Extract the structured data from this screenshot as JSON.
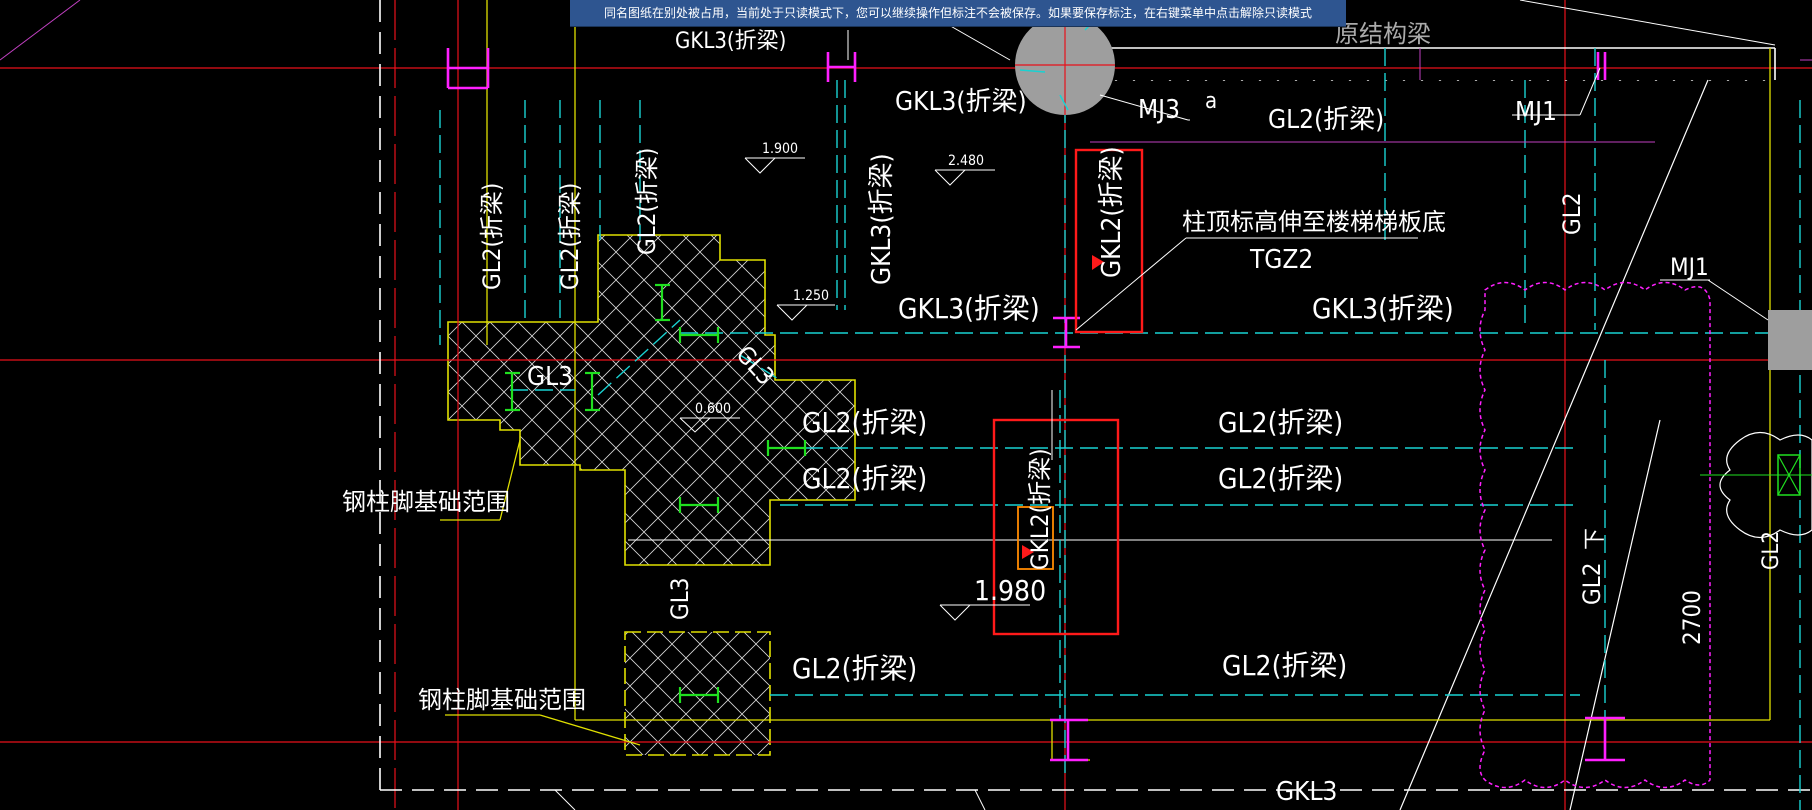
{
  "notice": {
    "text": "同名图纸在别处被占用，当前处于只读模式下，您可以继续操作但标注不会被保存。如果要保存标注，在右键菜单中点击解除只读模式"
  },
  "colors": {
    "background": "#000000",
    "axis_red": "#e8101a",
    "beam_cyan": "#19d2d2",
    "outline_yellow": "#e0e000",
    "column_magenta": "#ff20ff",
    "green": "#20e020",
    "white": "#ffffff",
    "highlight_red": "#ff1a1a",
    "notice_blue": "#2e5590"
  },
  "labels": {
    "gkl3_top": "GKL3(折梁)",
    "gkl3_a": "GKL3(折梁)",
    "gl2_top_right": "GL2(折梁)",
    "mj3": "MJ3",
    "mj1_top": "MJ1",
    "mj1_right": "MJ1",
    "a_mark": "a",
    "struct_beam": "原结构梁",
    "gl2_v1": "GL2(折梁)",
    "gl2_v2": "GL2(折梁)",
    "gl2_v3": "GL2(折梁)",
    "gkl3_v": "GKL3(折梁)",
    "gkl2_v_top": "GKL2(折梁)",
    "gl2_v_right": "GL2",
    "note_column": "柱顶标高伸至楼梯梯板底",
    "tgz2": "TGZ2",
    "gkl3_mid_left": "GKL3(折梁)",
    "gkl3_mid_right": "GKL3(折梁)",
    "gl3_a": "GL3",
    "gl3_b": "GL3",
    "gl3_v": "GL3",
    "gl2_row1_left": "GL2(折梁)",
    "gl2_row1_right": "GL2(折梁)",
    "gl2_row2_left": "GL2(折梁)",
    "gl2_row2_right": "GL2(折梁)",
    "gkl2_v_mid": "GKL2(折梁)",
    "gl2_row3_left": "GL2(折梁)",
    "gl2_row3_right": "GL2(折梁)",
    "steel_base_1": "钢柱脚基础范围",
    "steel_base_2": "钢柱脚基础范围",
    "gl2_v_down": "GL2",
    "down_mark": "下",
    "dim_2700": "2700",
    "gl2_far_right": "GL2",
    "gkl3_bottom": "GKL3",
    "elev_1900": "1.900",
    "elev_2480": "2.480",
    "elev_1250": "1.250",
    "elev_0600": "0.600",
    "elev_1980": "1.980"
  }
}
